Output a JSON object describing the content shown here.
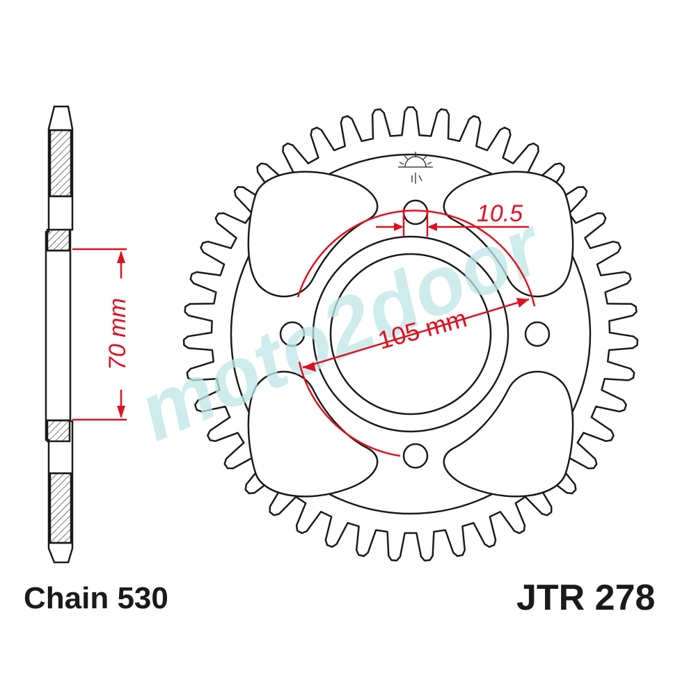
{
  "diagram": {
    "chain_label": "Chain 530",
    "part_number": "JTR 278",
    "dimension_hub": "70 mm",
    "dimension_pcd": "105 mm",
    "dimension_bolt_hole": "10.5",
    "watermark": "moto2door",
    "tooth_count": 43,
    "bolt_holes": 4,
    "colors": {
      "outline": "#1a1a1a",
      "dimension": "#e01020",
      "watermark": "#bfe6e6"
    },
    "icons": [
      "jt-logo-icon"
    ]
  }
}
